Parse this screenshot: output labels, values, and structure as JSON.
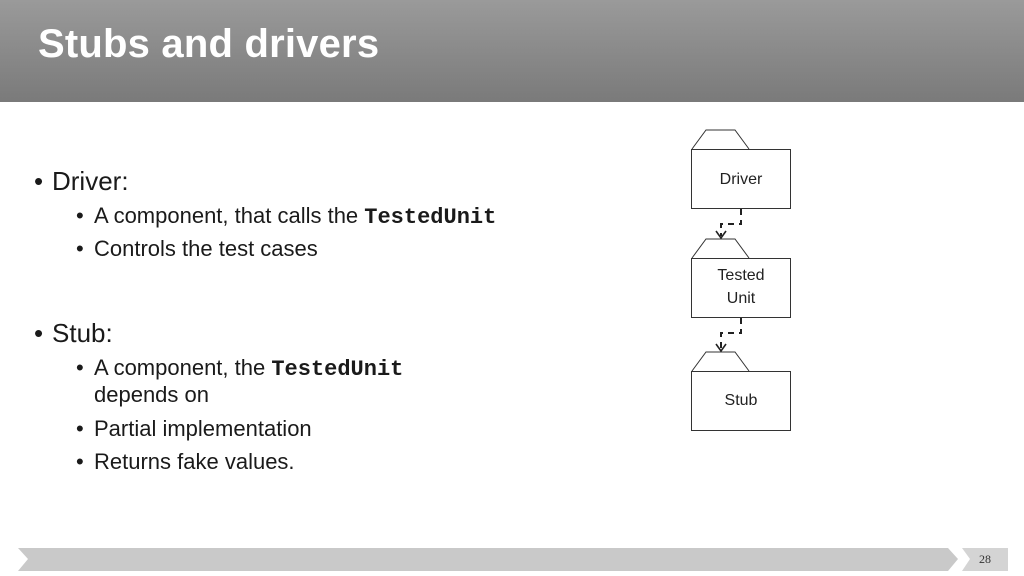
{
  "slide": {
    "title": "Stubs and drivers",
    "page_number": "28"
  },
  "driver_section": {
    "heading": "Driver:",
    "items": [
      {
        "text": "A component, that calls the ",
        "code": "TestedUnit"
      },
      {
        "text": "Controls the test cases"
      }
    ]
  },
  "stub_section": {
    "heading": "Stub:",
    "items": [
      {
        "text": "A component, the ",
        "code": "TestedUnit",
        "text2": "depends on"
      },
      {
        "text": "Partial implementation"
      },
      {
        "text": "Returns fake values."
      }
    ]
  },
  "diagram": {
    "boxes": [
      {
        "label": "Driver"
      },
      {
        "label_line1": "Tested",
        "label_line2": "Unit"
      },
      {
        "label": "Stub"
      }
    ]
  },
  "colors": {
    "header": "#8a8a8a",
    "title_text": "#ffffff",
    "footer": "#c8c8c8"
  }
}
